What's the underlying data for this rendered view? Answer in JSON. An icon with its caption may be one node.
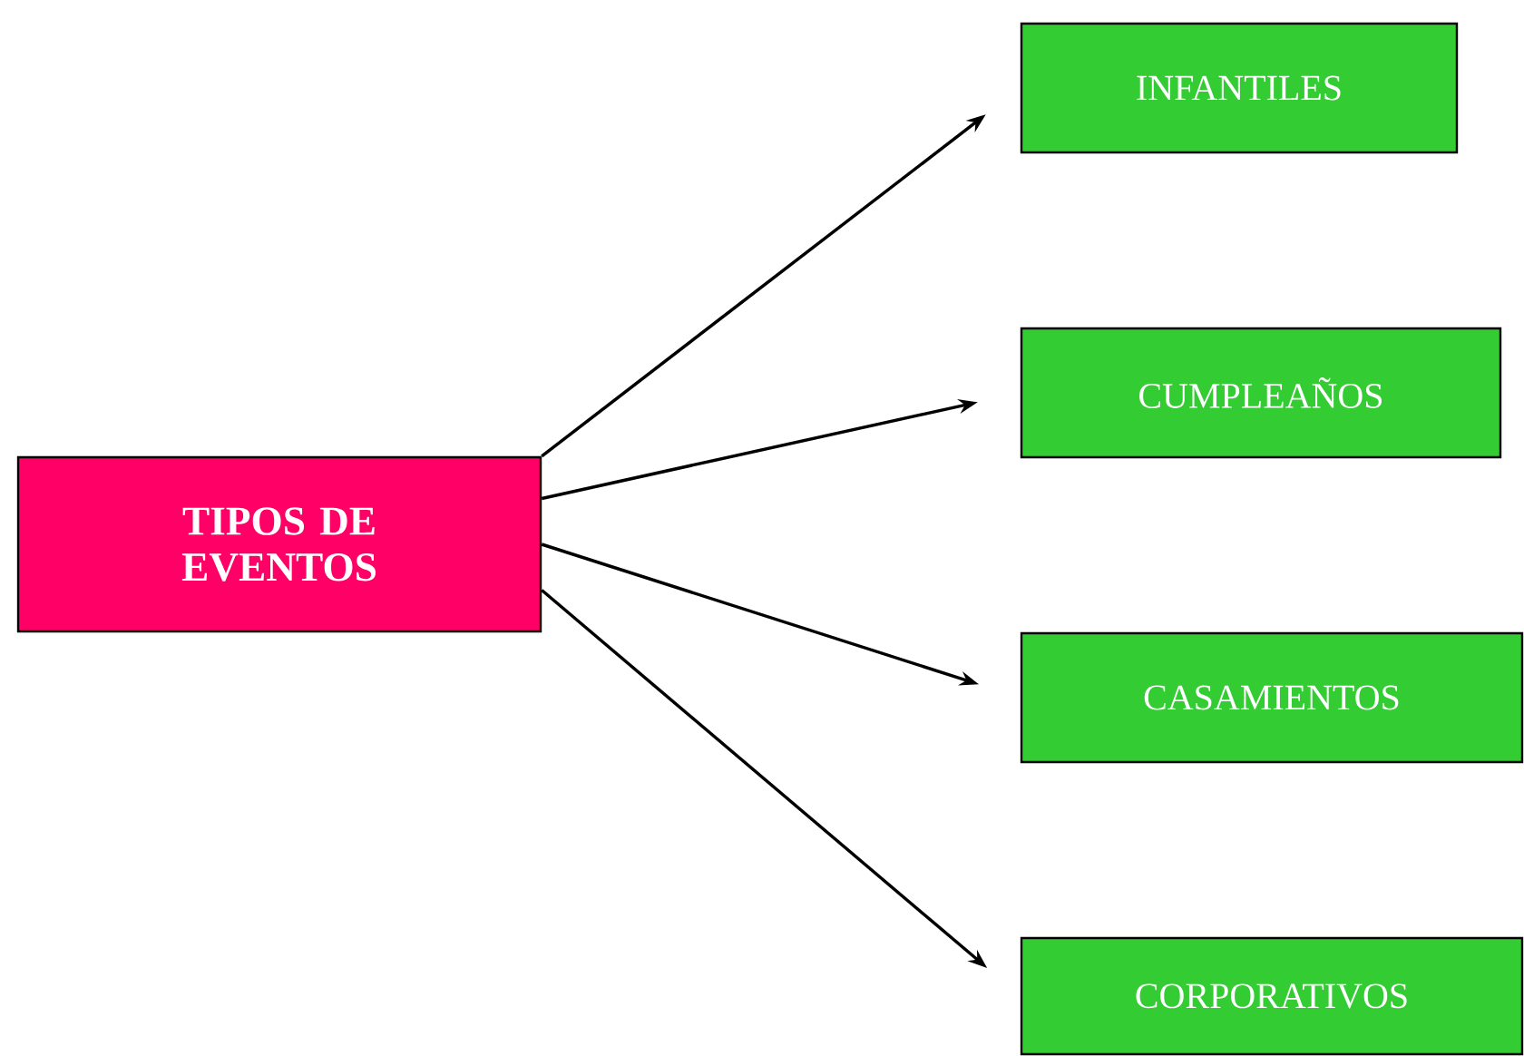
{
  "diagram": {
    "nodes": [
      {
        "text": [
          "TIPOS DE EVENTOS"
        ]
      },
      {
        "text": [
          "INFANTILES"
        ]
      },
      {
        "text": [
          "CUMPLEAÑOS"
        ]
      },
      {
        "text": [
          "CASAMIENTOS"
        ]
      },
      {
        "text": [
          "CORPORATIVOS"
        ]
      }
    ],
    "edges": [
      {
        "from": 0,
        "to": 1,
        "arrow": "to"
      },
      {
        "from": 0,
        "to": 2,
        "arrow": "to"
      },
      {
        "from": 0,
        "to": 3,
        "arrow": "to"
      },
      {
        "from": 0,
        "to": 4,
        "arrow": "to"
      }
    ]
  }
}
